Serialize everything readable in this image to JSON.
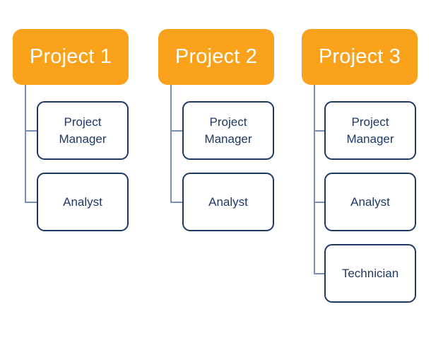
{
  "diagram": {
    "type": "org-hierarchy",
    "background": "#FFFFFF",
    "colors": {
      "header_fill": "#FAA21B",
      "header_text": "#FFFFFF",
      "child_border": "#1F3864",
      "child_text": "#1F3864",
      "connector": "#7B8FB8"
    },
    "columns": [
      {
        "header": "Project 1",
        "children": [
          "Project Manager",
          "Analyst"
        ]
      },
      {
        "header": "Project 2",
        "children": [
          "Project Manager",
          "Analyst"
        ]
      },
      {
        "header": "Project 3",
        "children": [
          "Project Manager",
          "Analyst",
          "Technician"
        ]
      }
    ]
  }
}
